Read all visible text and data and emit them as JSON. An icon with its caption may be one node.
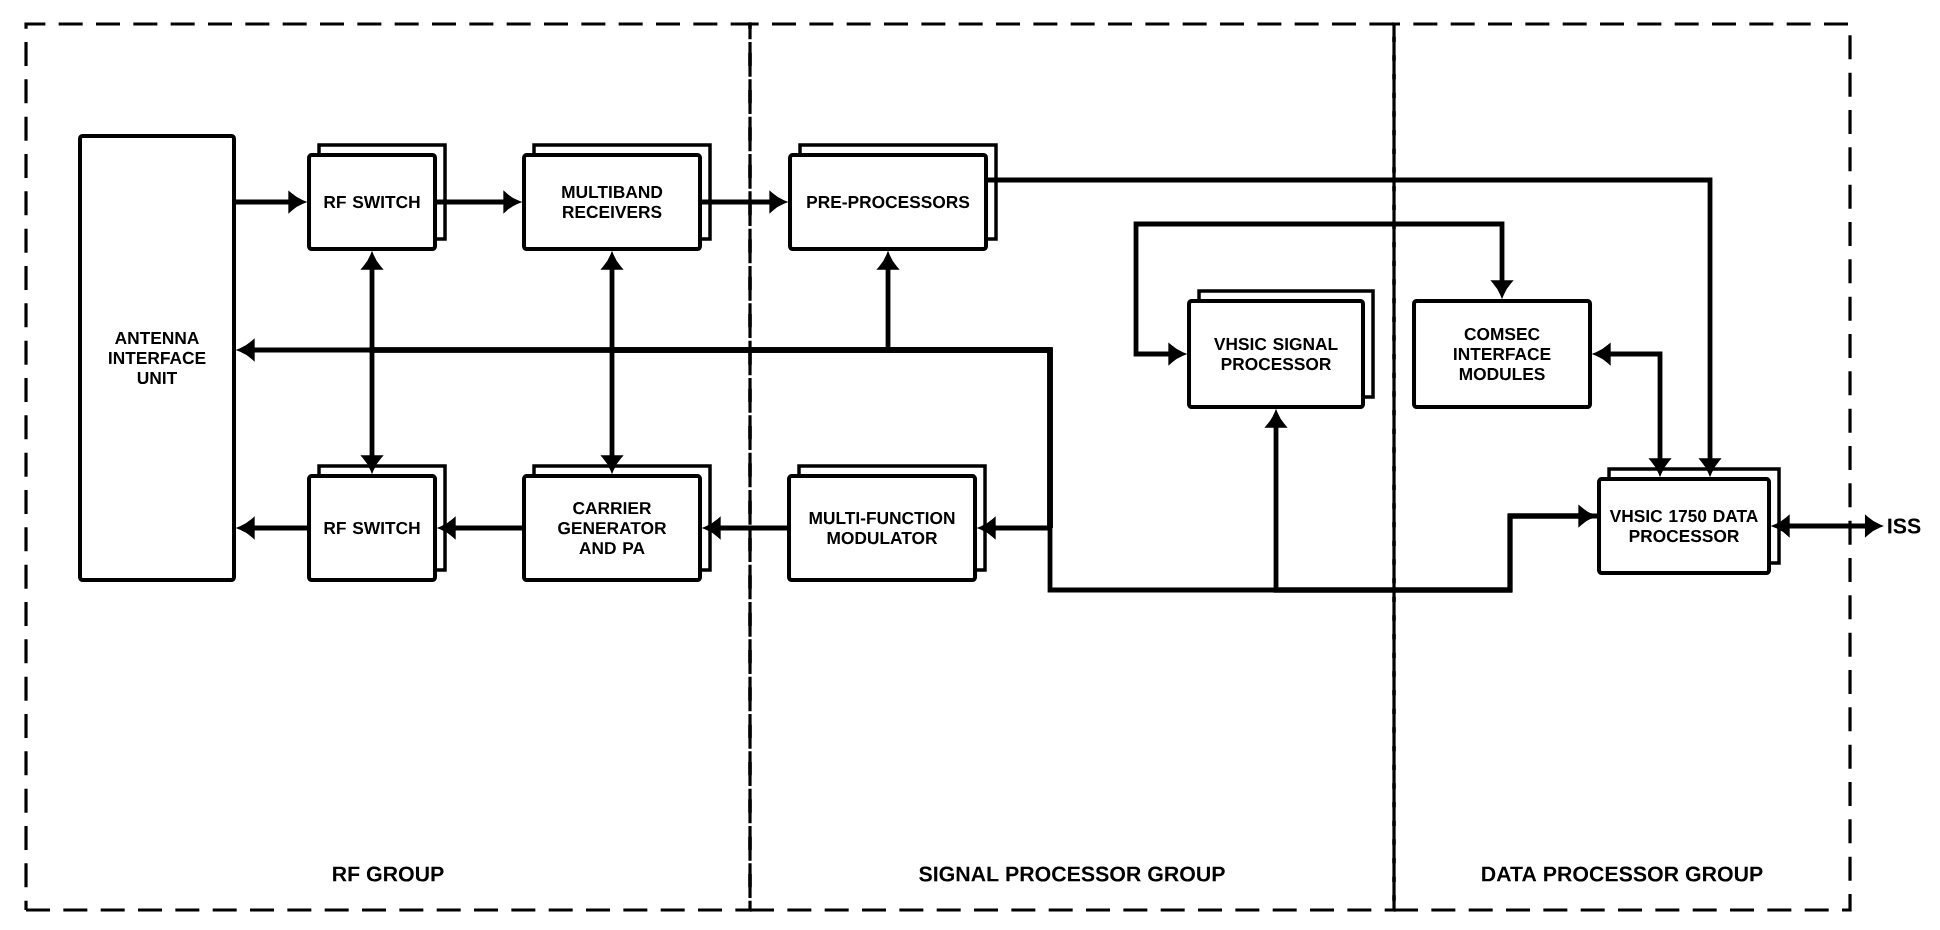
{
  "diagram": {
    "nodes": [
      {
        "text": [
          "RF GROUP"
        ]
      },
      {
        "text": [
          "SIGNAL PROCESSOR GROUP"
        ]
      },
      {
        "text": [
          "DATA PROCESSOR GROUP"
        ]
      },
      {
        "text": [
          "ANTENNA INTERFACE UNIT"
        ],
        "in": 0
      },
      {
        "text": [
          "RF SWITCH"
        ],
        "in": 0
      },
      {
        "text": [
          "MULTIBAND RECEIVERS"
        ],
        "in": 0
      },
      {
        "text": [
          "PRE-PROCESSORS"
        ],
        "in": 1
      },
      {
        "text": [
          "VHSIC SIGNAL PROCESSOR"
        ],
        "in": 1
      },
      {
        "text": [
          "COMSEC INTERFACE MODULES"
        ],
        "in": 2
      },
      {
        "text": [
          "RF SWITCH"
        ],
        "in": 0
      },
      {
        "text": [
          "CARRIER GENERATOR AND PA"
        ],
        "in": 0
      },
      {
        "text": [
          "MULTI-FUNCTION MODULATOR"
        ],
        "in": 1
      },
      {
        "text": [
          "VHSIC 1750 DATA PROCESSOR"
        ],
        "in": 2
      },
      {
        "text": [
          "ISS"
        ]
      }
    ],
    "edges": [
      {
        "from": 3,
        "to": 4,
        "arrow": "to"
      },
      {
        "from": 4,
        "to": 5,
        "arrow": "to"
      },
      {
        "from": 5,
        "to": 6,
        "arrow": "to"
      },
      {
        "from": 11,
        "to": 10,
        "arrow": "to"
      },
      {
        "from": 10,
        "to": 9,
        "arrow": "to"
      },
      {
        "from": 9,
        "to": 3,
        "arrow": "to"
      },
      {
        "from": 12,
        "to": 3,
        "arrow": "to"
      },
      {
        "from": 12,
        "to": 4,
        "arrow": "to"
      },
      {
        "from": 12,
        "to": 5,
        "arrow": "to"
      },
      {
        "from": 12,
        "to": 6,
        "arrow": "to"
      },
      {
        "from": 12,
        "to": 9,
        "arrow": "to"
      },
      {
        "from": 12,
        "to": 10,
        "arrow": "to"
      },
      {
        "from": 12,
        "to": 11,
        "arrow": "to"
      },
      {
        "from": 12,
        "to": 7,
        "arrow": "both"
      },
      {
        "from": 6,
        "to": 12,
        "arrow": "to"
      },
      {
        "from": 7,
        "to": 8,
        "arrow": "both"
      },
      {
        "from": 8,
        "to": 12,
        "arrow": "both"
      },
      {
        "from": 12,
        "to": 13,
        "arrow": "both"
      }
    ]
  }
}
